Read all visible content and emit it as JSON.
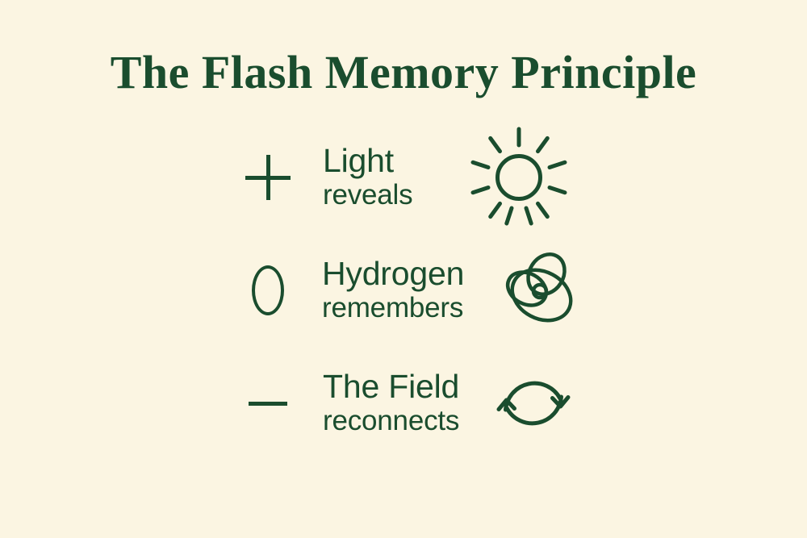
{
  "page": {
    "title": "The Flash Memory Principle",
    "background_color": "#FBF5E2",
    "accent_color": "#1A4D2E"
  },
  "rows": [
    {
      "symbol": "+",
      "symbol_name": "plus",
      "line1": "Light",
      "line2": "reveals",
      "icon": "sun-icon"
    },
    {
      "symbol": "0",
      "symbol_name": "zero",
      "line1": "Hydrogen",
      "line2": "remembers",
      "icon": "atom-icon"
    },
    {
      "symbol": "—",
      "symbol_name": "minus",
      "line1": "The Field",
      "line2": "reconnects",
      "icon": "refresh-cycle-icon"
    }
  ]
}
